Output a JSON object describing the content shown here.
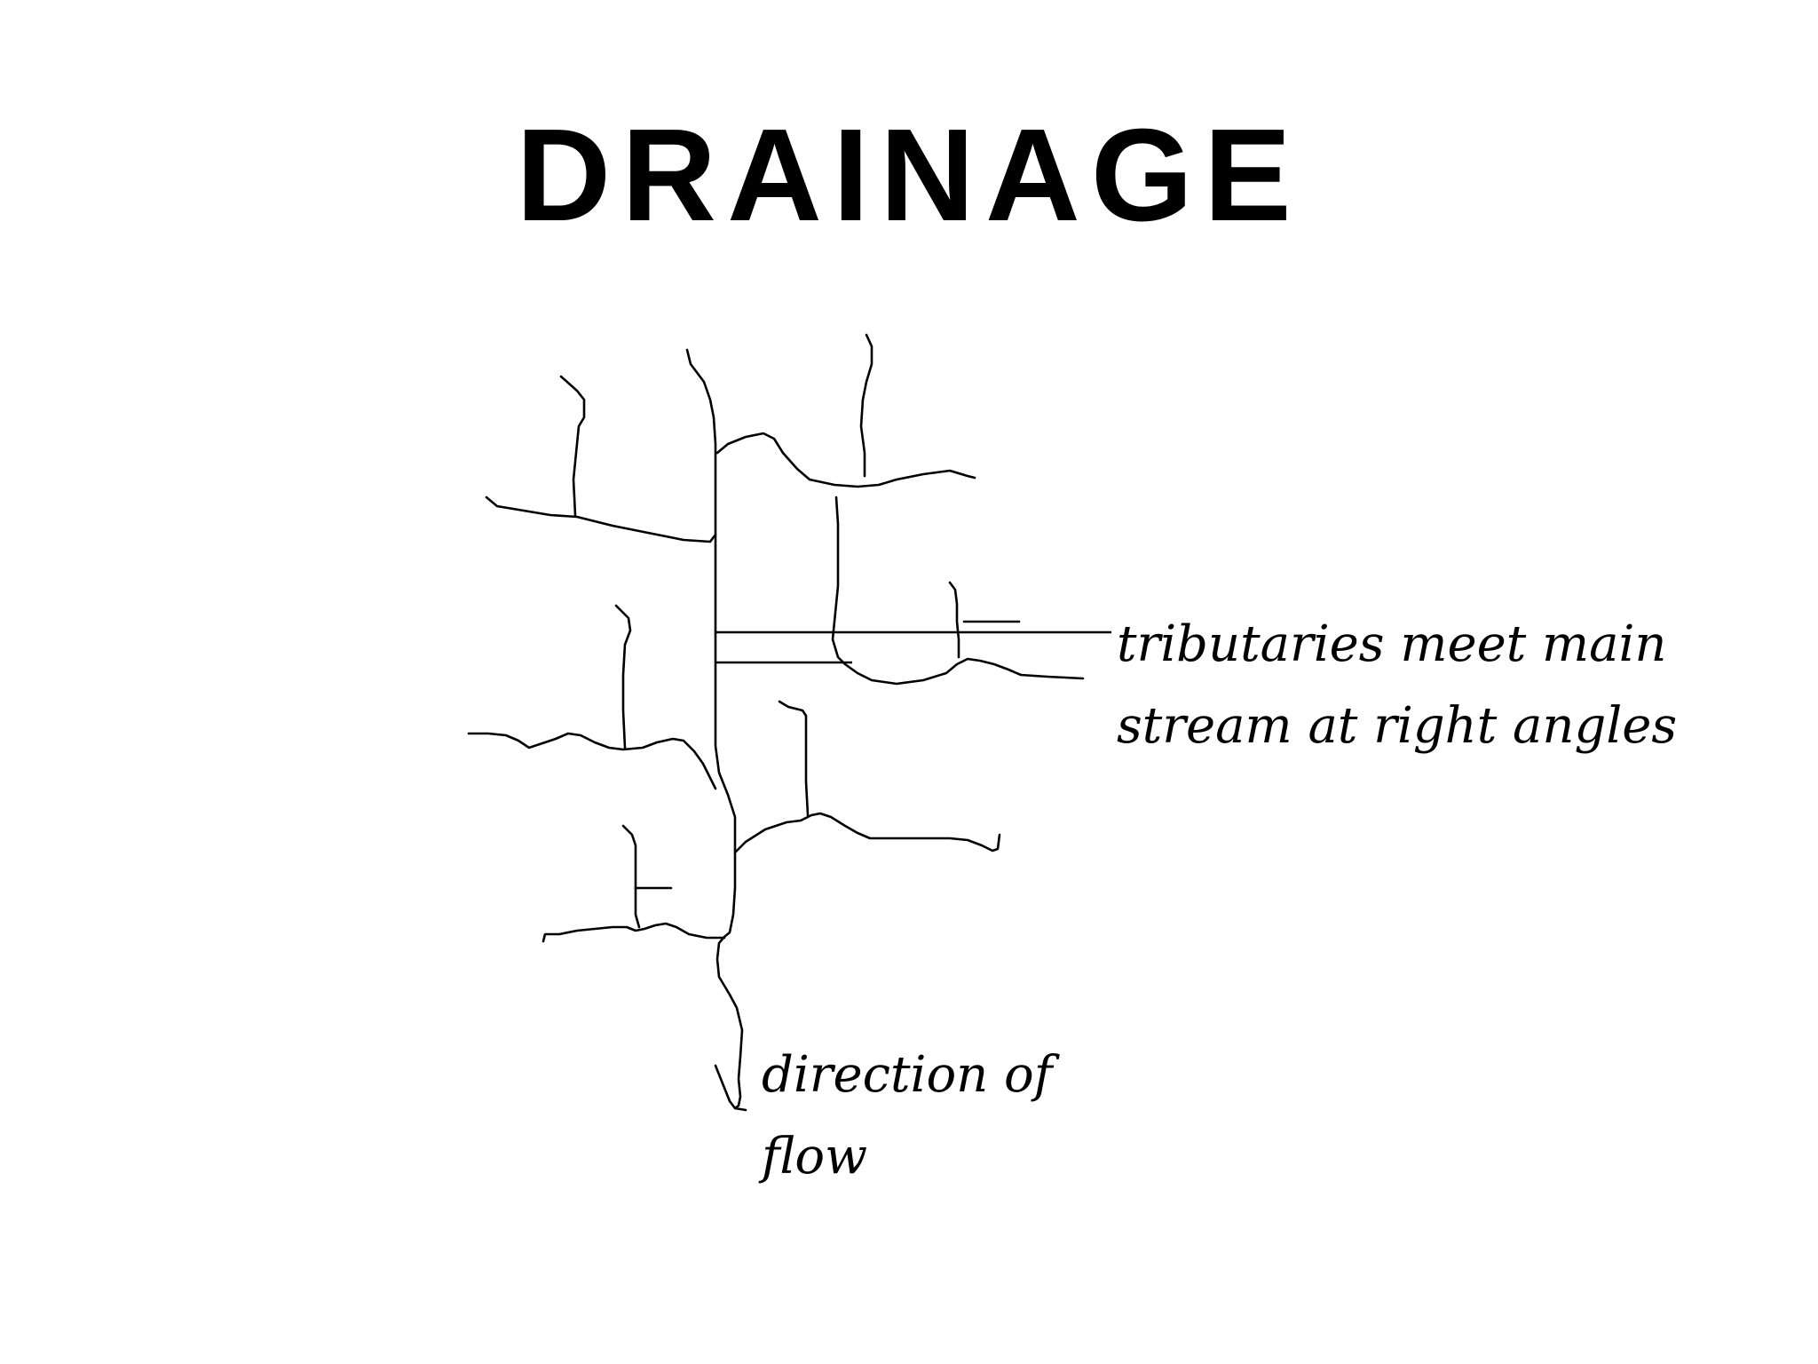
{
  "slide": {
    "title": "DRAINAGE"
  },
  "diagram": {
    "labels": {
      "tributaries": "tributaries meet main\nstream at right angles",
      "flow": "direction of\nflow"
    }
  },
  "colors": {
    "background": "#ffffff",
    "ink": "#000000"
  }
}
